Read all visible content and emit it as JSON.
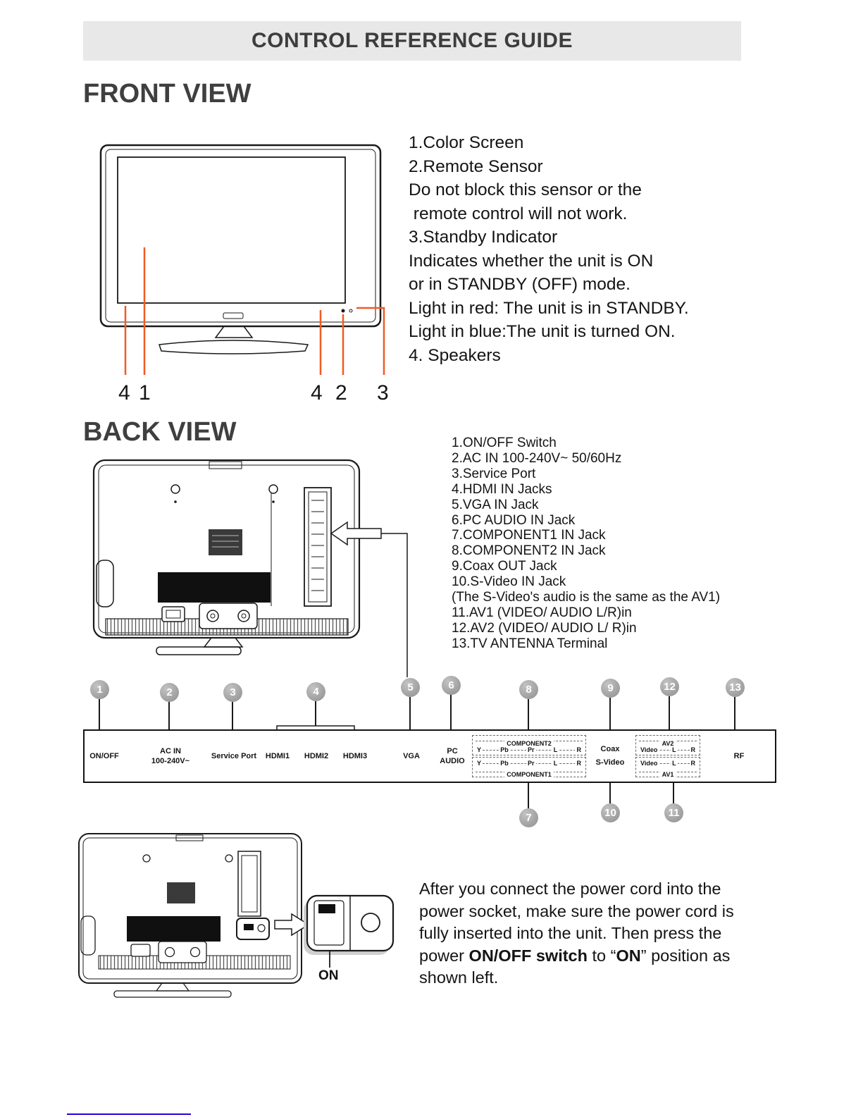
{
  "banner": {
    "title": "CONTROL REFERENCE GUIDE"
  },
  "colors": {
    "callout_line": "#f15a24",
    "banner_bg": "#e8e8e8",
    "callout_circle": "#9e9e9e",
    "footer_link": "#2b00d4"
  },
  "front": {
    "heading": "FRONT VIEW",
    "notes": [
      "1.Color Screen",
      "2.Remote Sensor",
      "Do not block this sensor or the",
      " remote control will not work.",
      "3.Standby Indicator",
      "Indicates whether the unit is ON",
      "or in STANDBY (OFF) mode.",
      "Light in red: The unit is in STANDBY.",
      "Light in blue:The unit is turned ON.",
      "4. Speakers"
    ],
    "callouts": {
      "n4a": "4",
      "n1": "1",
      "n4b": "4",
      "n2": "2",
      "n3": "3"
    }
  },
  "back": {
    "heading": "BACK VIEW",
    "notes": [
      "1.ON/OFF Switch",
      "2.AC IN 100-240V~ 50/60Hz",
      "3.Service Port",
      "4.HDMI IN Jacks",
      "5.VGA IN Jack",
      "6.PC AUDIO IN Jack",
      "7.COMPONENT1 IN Jack",
      "8.COMPONENT2 IN Jack",
      "9.Coax OUT Jack",
      "10.S-Video IN Jack",
      "(The S-Video's audio is the same as the AV1)",
      "11.AV1 (VIDEO/ AUDIO L/R)in",
      "12.AV2 (VIDEO/ AUDIO L/ R)in",
      "13.TV ANTENNA Terminal"
    ]
  },
  "panel": {
    "top_callouts": [
      "1",
      "2",
      "3",
      "4",
      "5",
      "6",
      "8",
      "9",
      "12",
      "13"
    ],
    "bottom_callouts": [
      "7",
      "10",
      "11"
    ],
    "labels": {
      "onoff": "ON/OFF",
      "acin1": "AC IN",
      "acin2": "100-240V~",
      "service": "Service Port",
      "hdmi1": "HDMI1",
      "hdmi2": "HDMI2",
      "hdmi3": "HDMI3",
      "vga": "VGA",
      "pc1": "PC",
      "pc2": "AUDIO",
      "component2": "COMPONENT2",
      "component1": "COMPONENT1",
      "comp_cols": [
        "Y",
        "Pb",
        "Pr",
        "L",
        "R"
      ],
      "coax": "Coax",
      "svideo": "S-Video",
      "av2": "AV2",
      "av1": "AV1",
      "av_cols": [
        "Video",
        "L",
        "R"
      ],
      "rf": "RF"
    }
  },
  "power": {
    "on": "ON",
    "para": {
      "l1": "After you connect the power cord into the",
      "l2": "power socket, make sure the power cord is",
      "l3": "fully inserted into the unit. Then press the",
      "l4a": "power ",
      "l4b": "ON/OFF switch",
      "l4c": " to “",
      "l4d": "ON",
      "l4e": "” position as",
      "l5": "shown left."
    }
  }
}
